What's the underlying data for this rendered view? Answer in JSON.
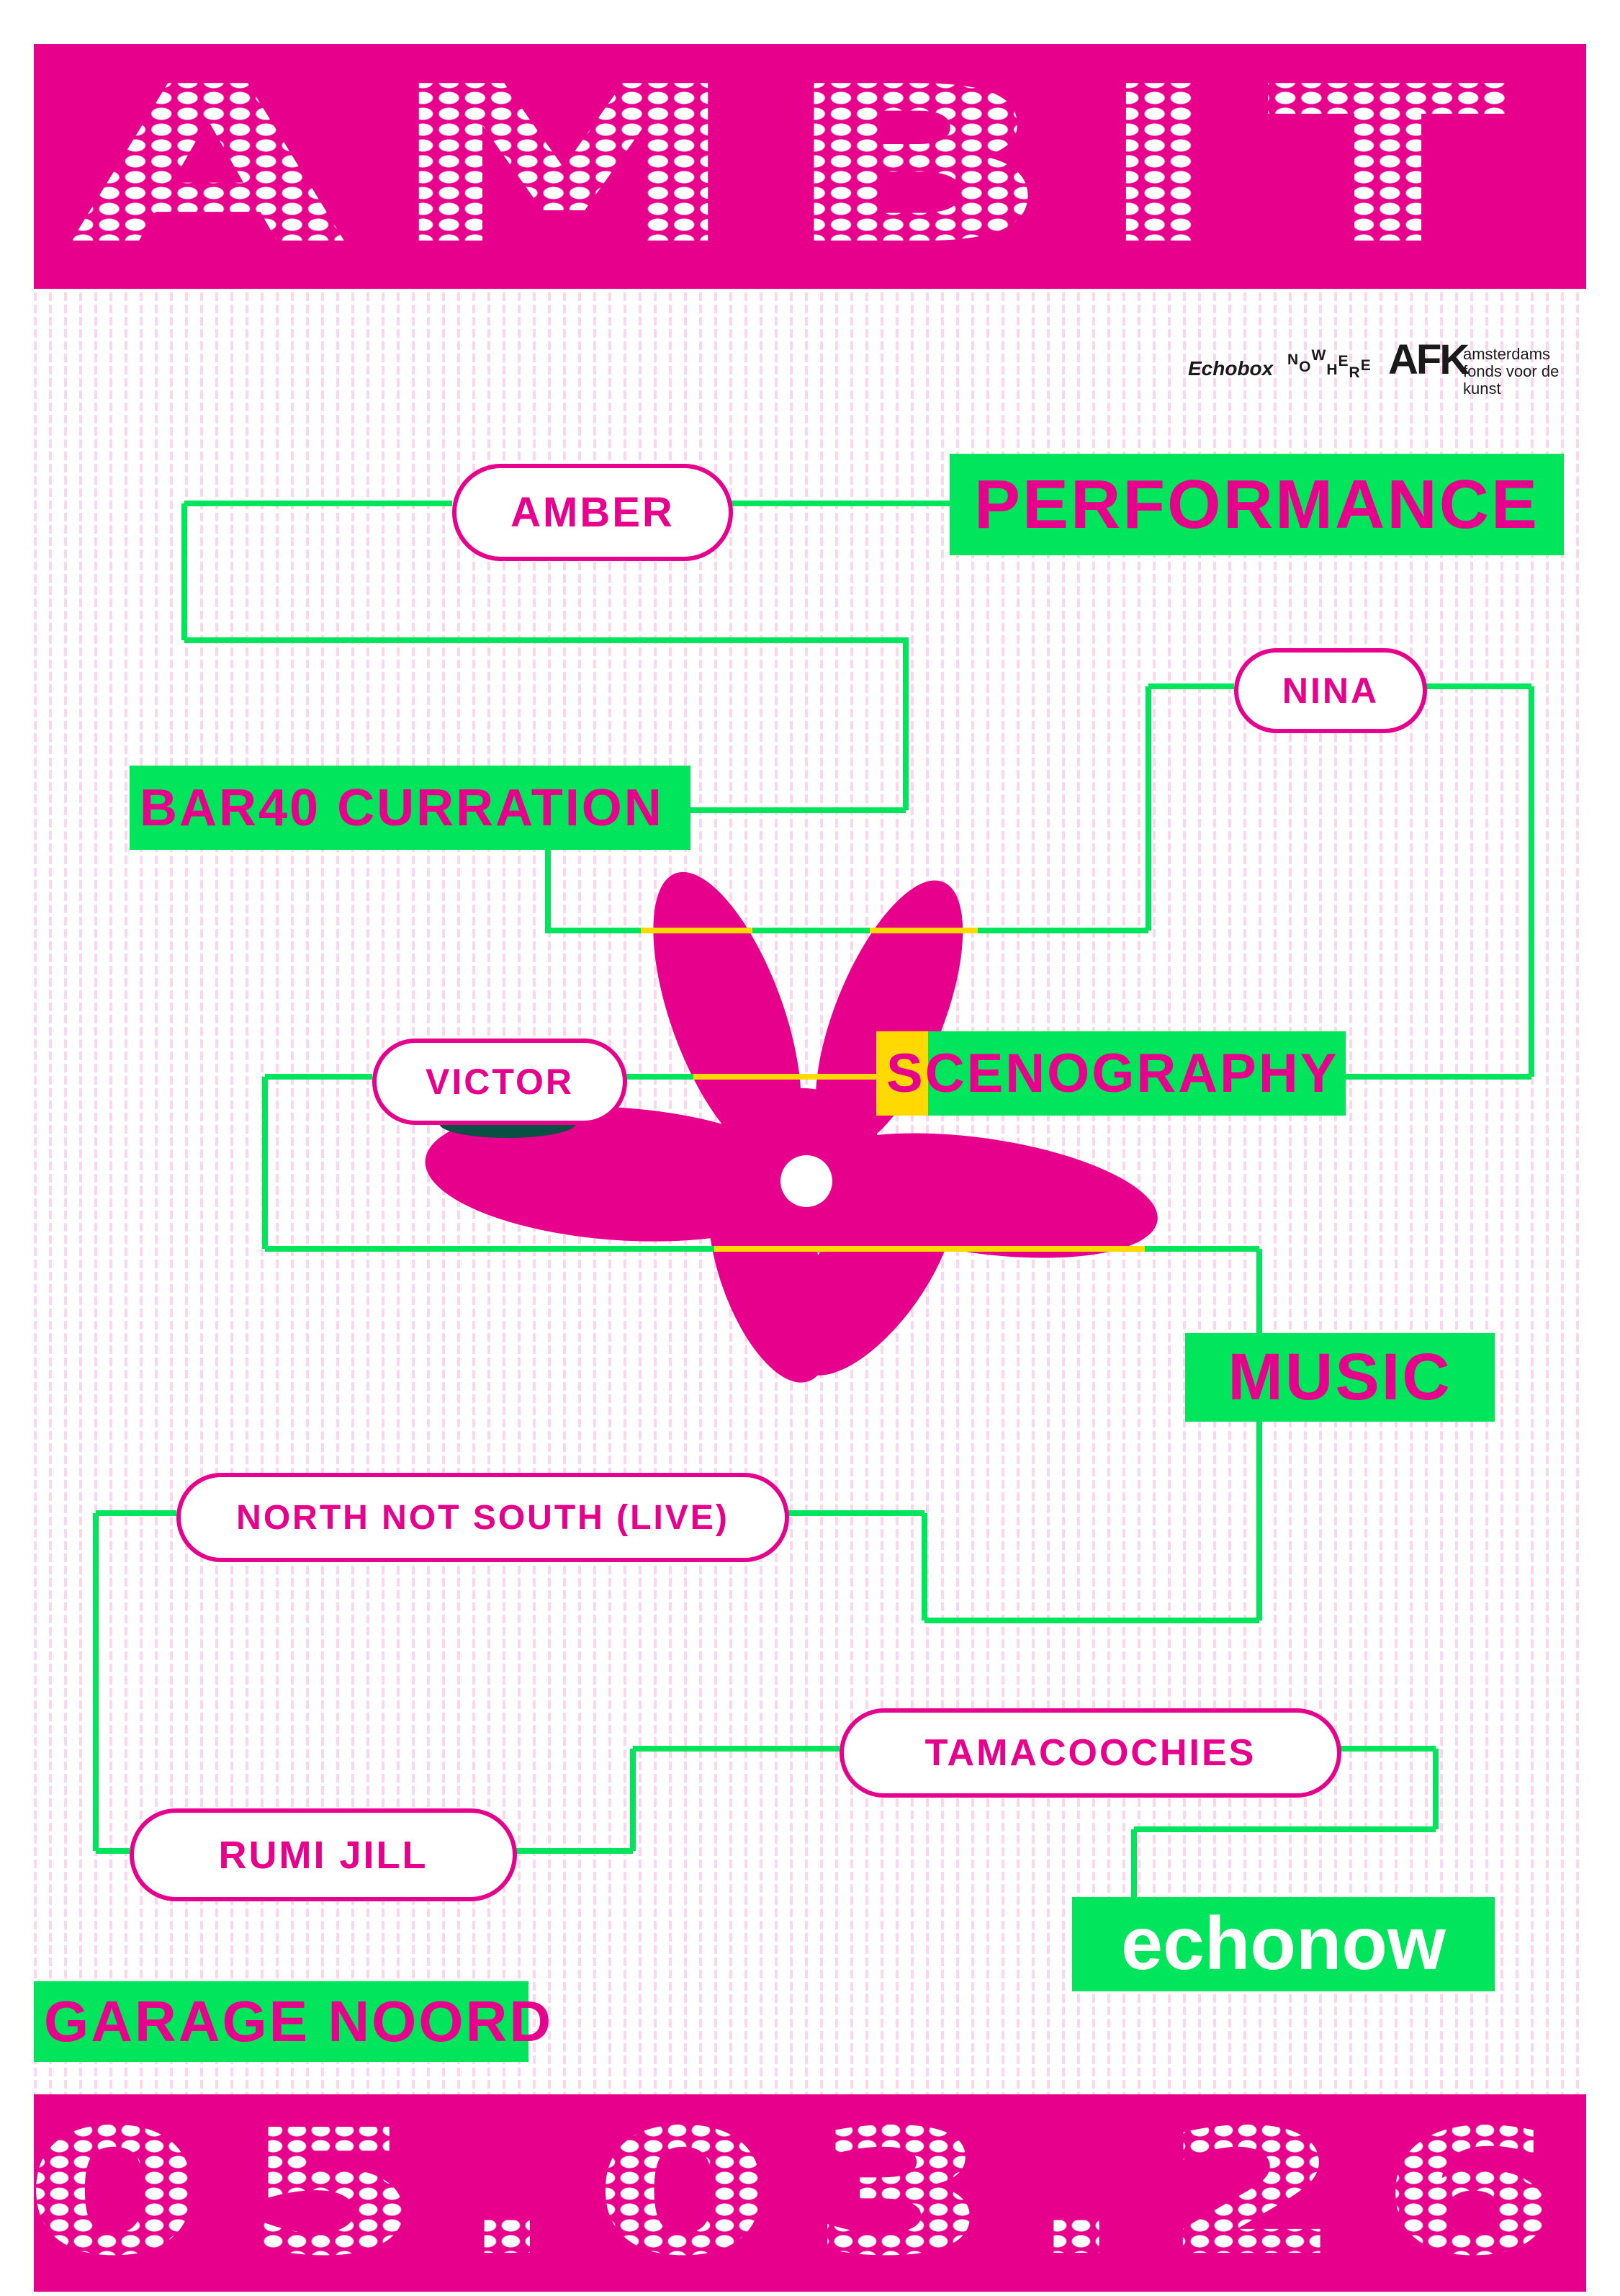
{
  "poster": {
    "title": "AMBIT",
    "date": "05.03.26",
    "venue": "GARAGE NOORD"
  },
  "sponsors": {
    "echobox": "Echobox",
    "nowhere": "NOWHERE",
    "afk": "AFK",
    "afk_lines": [
      "amsterdams",
      "fonds voor de",
      "kunst"
    ]
  },
  "artists": {
    "amber": "AMBER",
    "nina": "NINA",
    "victor": "VICTOR",
    "north_not_south": "NORTH NOT SOUTH (LIVE)",
    "tamacoochies": "TAMACOOCHIES",
    "rumi_jill": "RUMI JILL"
  },
  "categories": {
    "performance": "PERFORMANCE",
    "bar40_curration": "BAR40 CURRATION",
    "scenography": "SCENOGRAPHY",
    "music": "MUSIC",
    "echonow": "echonow"
  },
  "colors": {
    "magenta": "#e6008c",
    "green": "#00e55c",
    "yellow": "#ffd900"
  }
}
